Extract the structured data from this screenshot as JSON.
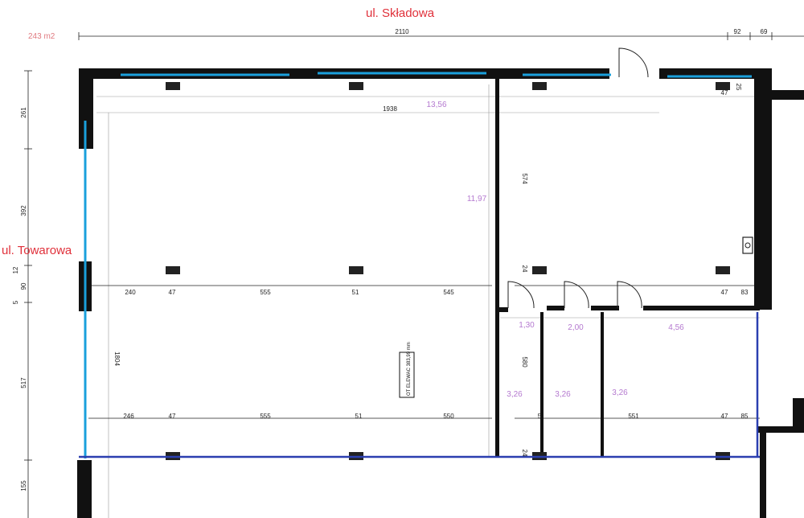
{
  "streets": {
    "top": "ul. Składowa",
    "left": "ul. Towarowa"
  },
  "area_label": "243 m2",
  "colors": {
    "wall": "#111111",
    "window": "#1aa0dc",
    "outline": "#2b3fb0",
    "street": "#e0303a",
    "room_label": "#b57ad0"
  },
  "dimensions": {
    "top_total": "2110",
    "top_92": "92",
    "top_69": "69",
    "inner_1938": "1938",
    "d_261": "261",
    "d_392": "392",
    "d_12": "12",
    "d_90": "90",
    "d_5": "5",
    "d_517": "517",
    "d_155": "155",
    "d_1804": "1804",
    "d_574": "574",
    "d_580": "580",
    "d_25": "25",
    "d_47_top": "47",
    "row1": [
      "240",
      "47",
      "555",
      "51",
      "545"
    ],
    "row1_right": [
      "47",
      "83"
    ],
    "row2": [
      "246",
      "47",
      "555",
      "51",
      "550"
    ],
    "row2_right": [
      "551",
      "47",
      "85"
    ],
    "row2_small": "5",
    "d_24a": "24",
    "d_24b": "24"
  },
  "rooms": [
    "13,56",
    "11,97",
    "1,30",
    "2,00",
    "4,56",
    "3,26",
    "3,26",
    "3,26"
  ],
  "stamp_text": "OT ELEWAC 383,99 mm"
}
